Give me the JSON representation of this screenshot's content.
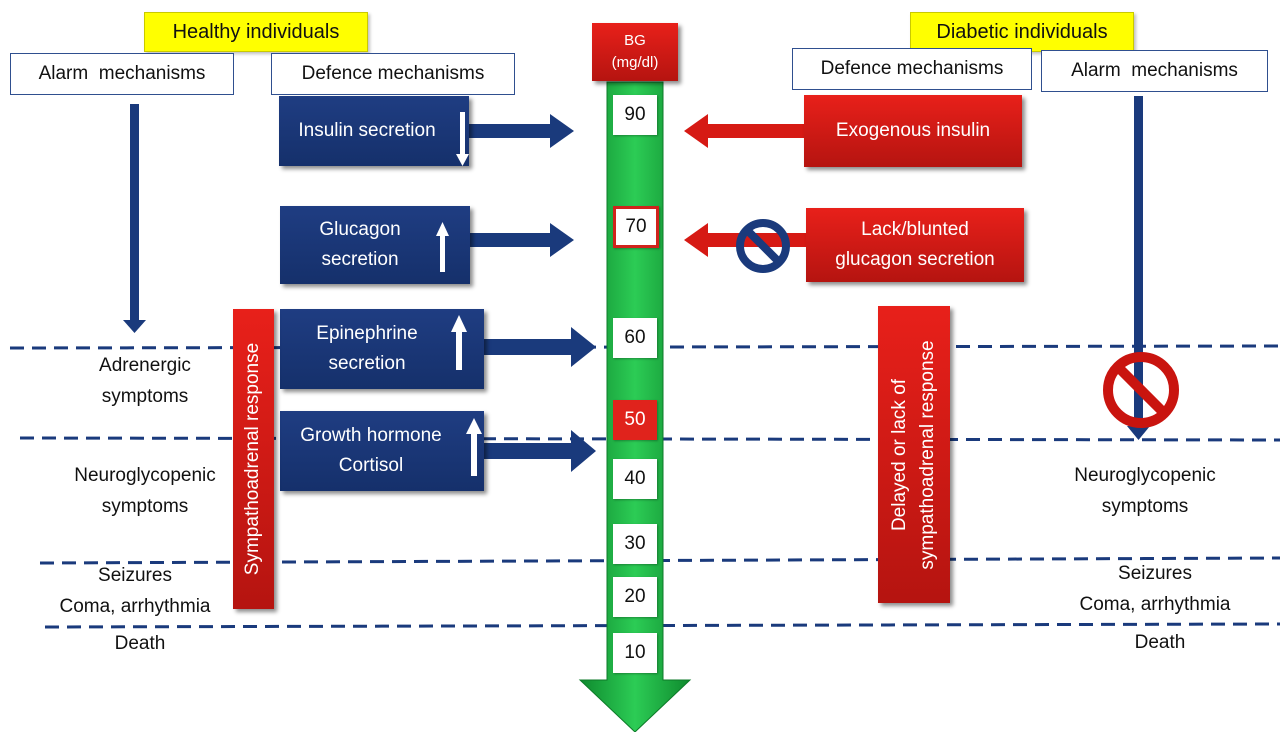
{
  "headers": {
    "healthy": "Healthy individuals",
    "diabetic": "Diabetic individuals"
  },
  "left": {
    "alarm_title": "Alarm  mechanisms",
    "defence_title": "Defence mechanisms",
    "defence_boxes": [
      {
        "lines": [
          "Insulin secretion"
        ],
        "arrow": "down"
      },
      {
        "lines": [
          "Glucagon",
          "secretion"
        ],
        "arrow": "up"
      },
      {
        "lines": [
          "Epinephrine",
          "secretion"
        ],
        "arrow": "up"
      },
      {
        "lines": [
          "Growth hormone",
          "Cortisol"
        ],
        "arrow": "up"
      }
    ],
    "sympathoadrenal": "Sympathoadrenal response",
    "symptoms": [
      {
        "lines": [
          "Adrenergic",
          "symptoms"
        ]
      },
      {
        "lines": [
          "Neuroglycopenic",
          "symptoms"
        ]
      },
      {
        "lines": [
          "Seizures",
          "Coma, arrhythmia"
        ]
      },
      {
        "lines": [
          "Death"
        ]
      }
    ]
  },
  "center": {
    "bg_label": [
      "BG",
      "(mg/dl)"
    ],
    "levels": [
      "90",
      "70",
      "60",
      "50",
      "40",
      "30",
      "20",
      "10"
    ]
  },
  "right": {
    "defence_title": "Defence mechanisms",
    "alarm_title": "Alarm  mechanisms",
    "boxes": [
      {
        "lines": [
          "Exogenous insulin"
        ]
      },
      {
        "lines": [
          "Lack/blunted",
          "glucagon secretion"
        ]
      }
    ],
    "delayed": [
      "Delayed or lack of",
      "sympathoadrenal response"
    ],
    "symptoms": [
      {
        "lines": [
          "Neuroglycopenic",
          "symptoms"
        ]
      },
      {
        "lines": [
          "Seizures",
          "Coma, arrhythmia"
        ]
      },
      {
        "lines": [
          "Death"
        ]
      }
    ]
  },
  "colors": {
    "navy": "#1a3a7c",
    "red": "#d61a14",
    "green": "#1fb548",
    "yellow": "#ffff00"
  }
}
